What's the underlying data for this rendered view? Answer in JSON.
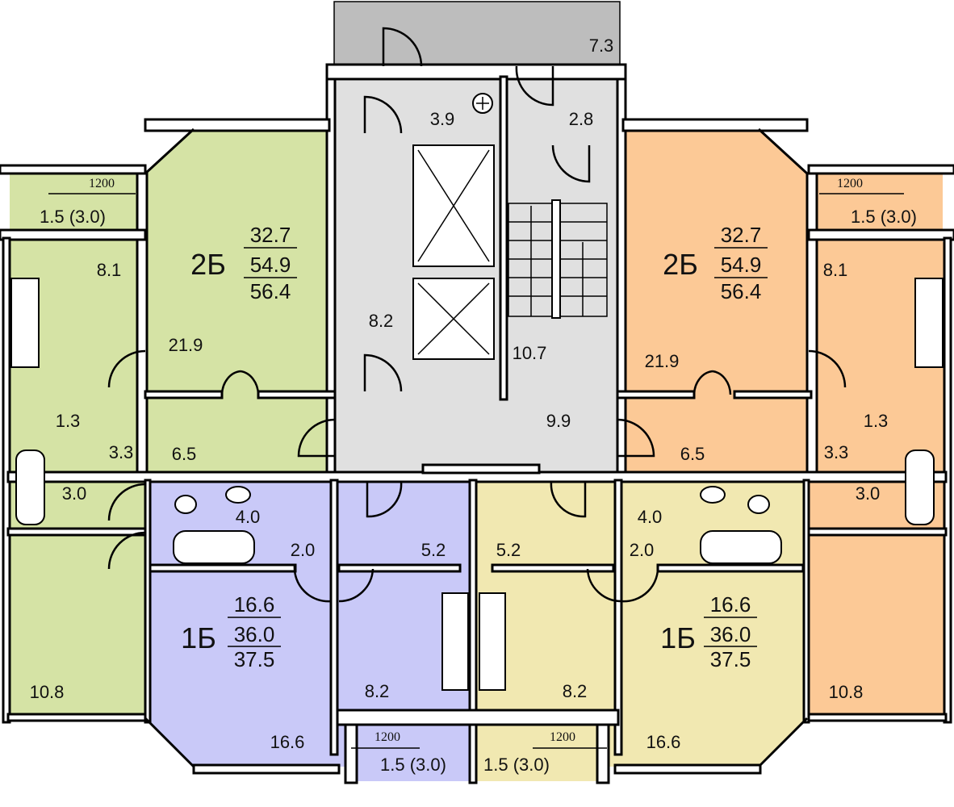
{
  "colors": {
    "apartment_2b_left": "#d5e3a5",
    "apartment_2b_right": "#fcc996",
    "apartment_1b_left": "#c9c9f8",
    "apartment_1b_right": "#f1e8b1",
    "balcony_common": "#bdbdbd",
    "core": "#e0e0e0"
  },
  "core": {
    "balcony_area": "7.3",
    "vestibule_area": "3.9",
    "vestibule_right_area": "2.8",
    "elevator_hall_area": "8.2",
    "stair_area": "10.7",
    "corridor_area": "9.9"
  },
  "apartment_2b_left": {
    "type": "2Б",
    "living_area": "32.7",
    "total_area": "54.9",
    "total_with_balcony": "56.4",
    "balcony_dim": "1200",
    "balcony_area": "1.5 (3.0)",
    "kitchen": "8.1",
    "room_large": "21.9",
    "wc": "1.3",
    "hall": "3.3",
    "corridor": "6.5",
    "bath": "3.0",
    "room_small": "10.8"
  },
  "apartment_2b_right": {
    "type": "2Б",
    "living_area": "32.7",
    "total_area": "54.9",
    "total_with_balcony": "56.4",
    "balcony_dim": "1200",
    "balcony_area": "1.5 (3.0)",
    "kitchen": "8.1",
    "room_large": "21.9",
    "wc": "1.3",
    "hall": "3.3",
    "corridor": "6.5",
    "bath": "3.0",
    "room_small": "10.8"
  },
  "apartment_1b_left": {
    "type": "1Б",
    "living_area": "16.6",
    "total_area": "36.0",
    "total_with_balcony": "37.5",
    "bathroom": "4.0",
    "hall": "2.0",
    "entry": "5.2",
    "kitchen": "8.2",
    "room": "16.6",
    "balcony_dim": "1200",
    "balcony_area": "1.5 (3.0)"
  },
  "apartment_1b_right": {
    "type": "1Б",
    "living_area": "16.6",
    "total_area": "36.0",
    "total_with_balcony": "37.5",
    "bathroom": "4.0",
    "hall": "2.0",
    "entry": "5.2",
    "kitchen": "8.2",
    "room": "16.6",
    "balcony_dim": "1200",
    "balcony_area": "1.5 (3.0)"
  }
}
